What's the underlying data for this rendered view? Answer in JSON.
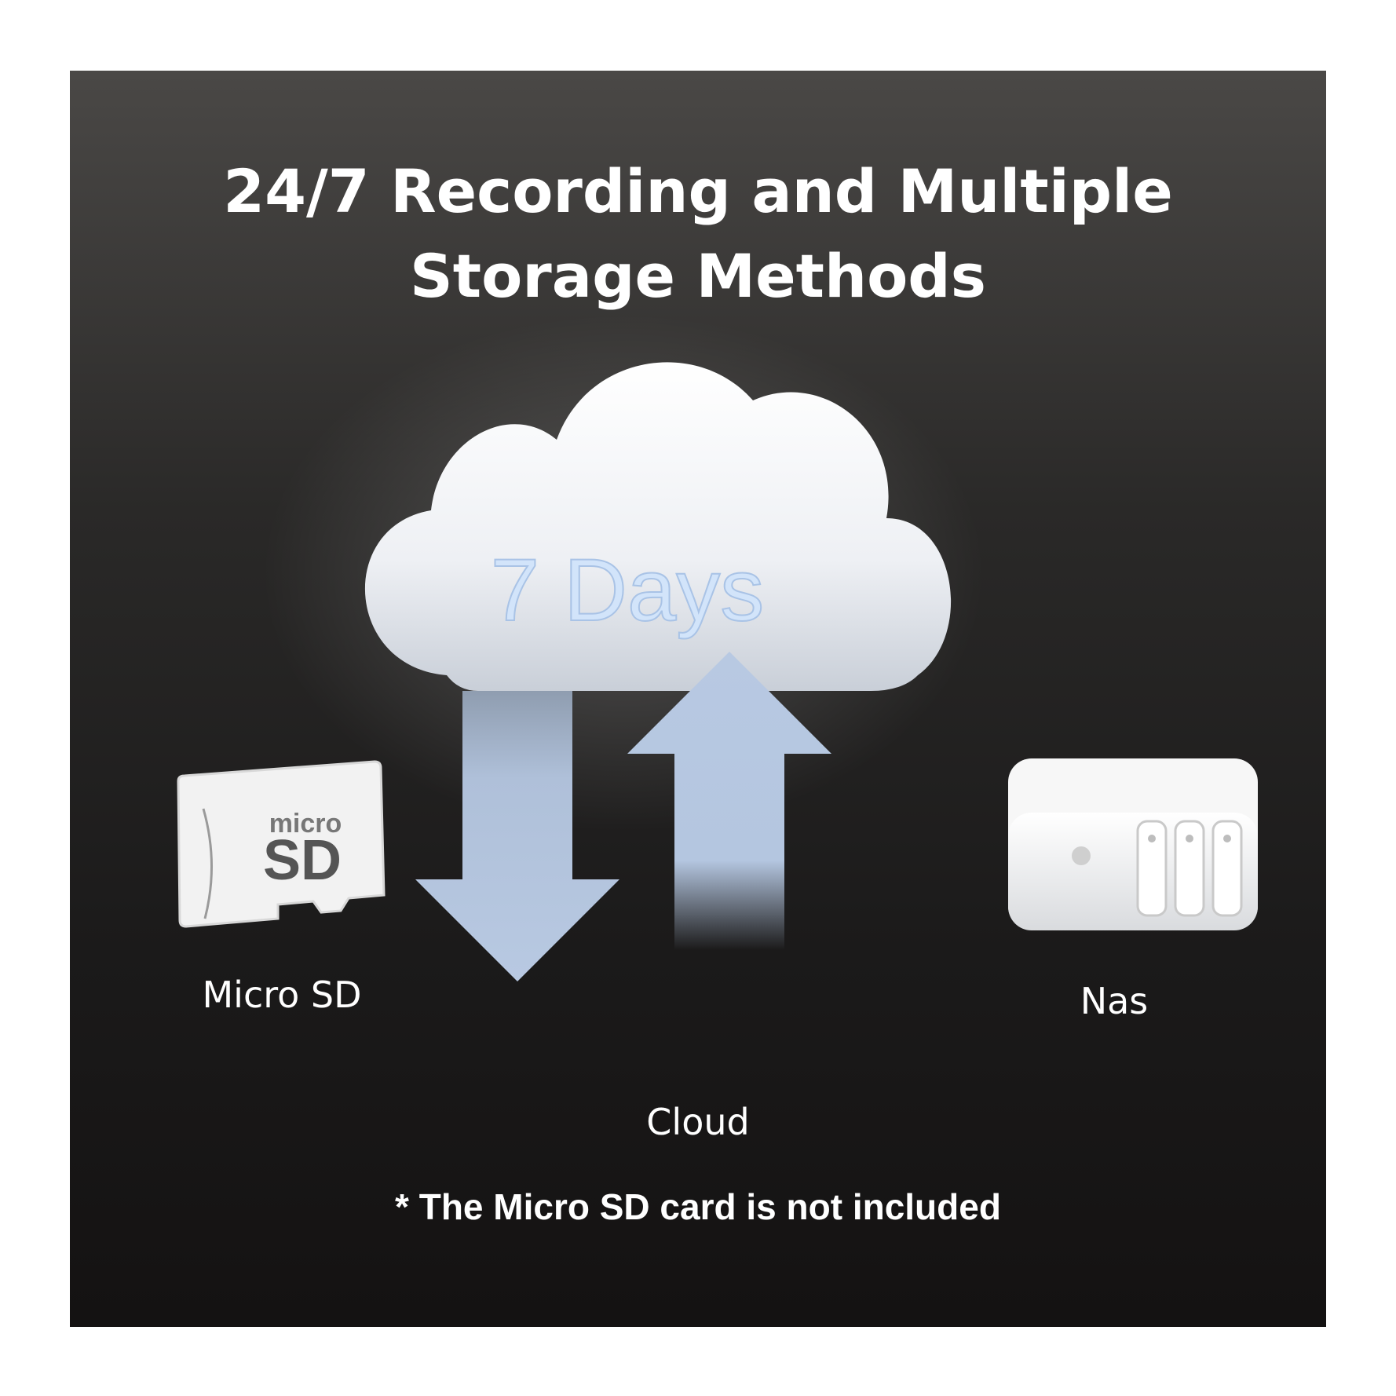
{
  "heading": {
    "line1": "24/7 Recording and Multiple",
    "line2": "Storage Methods"
  },
  "cloud": {
    "badge_text": "7 Days",
    "label": "Cloud"
  },
  "micro_sd": {
    "card_text_small": "micro",
    "card_text_large": "SD",
    "label": "Micro SD"
  },
  "nas": {
    "label": "Nas"
  },
  "footnote": "* The Micro SD card is not included",
  "colors": {
    "background_top": "#4a4846",
    "background_bottom": "#141212",
    "text": "#ffffff",
    "arrow": "#b4c6e0",
    "cloud_text": "#d2e4fa"
  },
  "icons": [
    "cloud-icon",
    "download-arrow-icon",
    "upload-arrow-icon",
    "microsd-card-icon",
    "nas-device-icon"
  ]
}
